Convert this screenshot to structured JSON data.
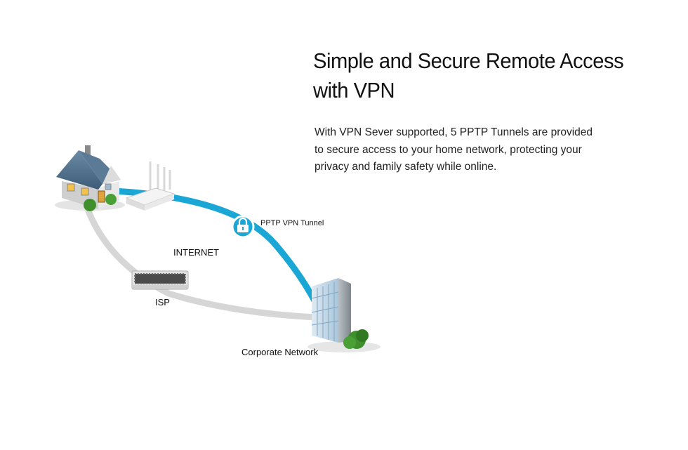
{
  "heading": {
    "line1": "Simple and Secure Remote Access",
    "line2": "with VPN"
  },
  "description": {
    "line1": "With VPN Sever supported, 5 PPTP Tunnels are provided",
    "line2": "to secure access to your home network, protecting your",
    "line3": "privacy and family safety while online."
  },
  "diagram": {
    "labels": {
      "internet": "INTERNET",
      "isp": "ISP",
      "tunnel": "PPTP VPN Tunnel",
      "corporate": "Corporate Network"
    },
    "colors": {
      "tunnel": "#1aa7d6",
      "internet_path": "#d6d6d6",
      "house_roof": "#4c6e8c",
      "tree": "#3f8f2d",
      "building_glass": "#9ec4de"
    },
    "icons": [
      "house-icon",
      "router-icon",
      "lock-icon",
      "isp-server-icon",
      "office-building-icon"
    ]
  }
}
